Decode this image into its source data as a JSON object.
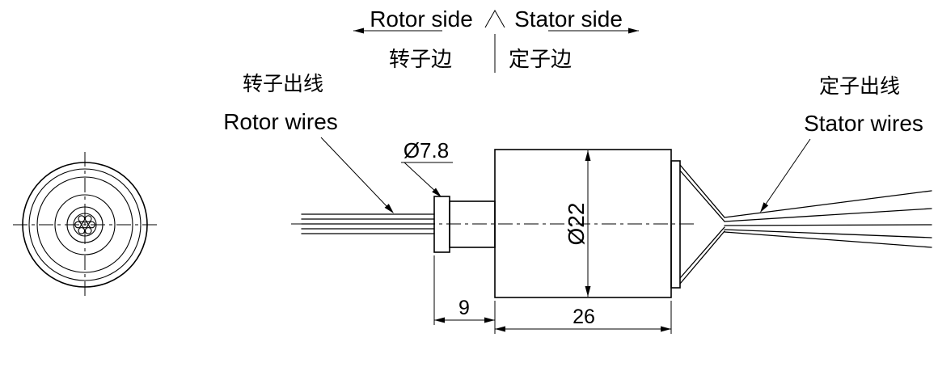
{
  "header": {
    "rotor_side": {
      "en": "Rotor side",
      "zh": "转子边"
    },
    "stator_side": {
      "en": "Stator side",
      "zh": "定子边"
    }
  },
  "callouts": {
    "rotor_wires": {
      "zh": "转子出线",
      "en": "Rotor wires"
    },
    "stator_wires": {
      "zh": "定子出线",
      "en": "Stator wires"
    }
  },
  "dimensions": {
    "wire_exit_diameter": "Ø7.8",
    "body_diameter": "Ø22",
    "cap_length": "9",
    "body_length": "26"
  },
  "colors": {
    "line": "#000000",
    "background": "#ffffff"
  }
}
